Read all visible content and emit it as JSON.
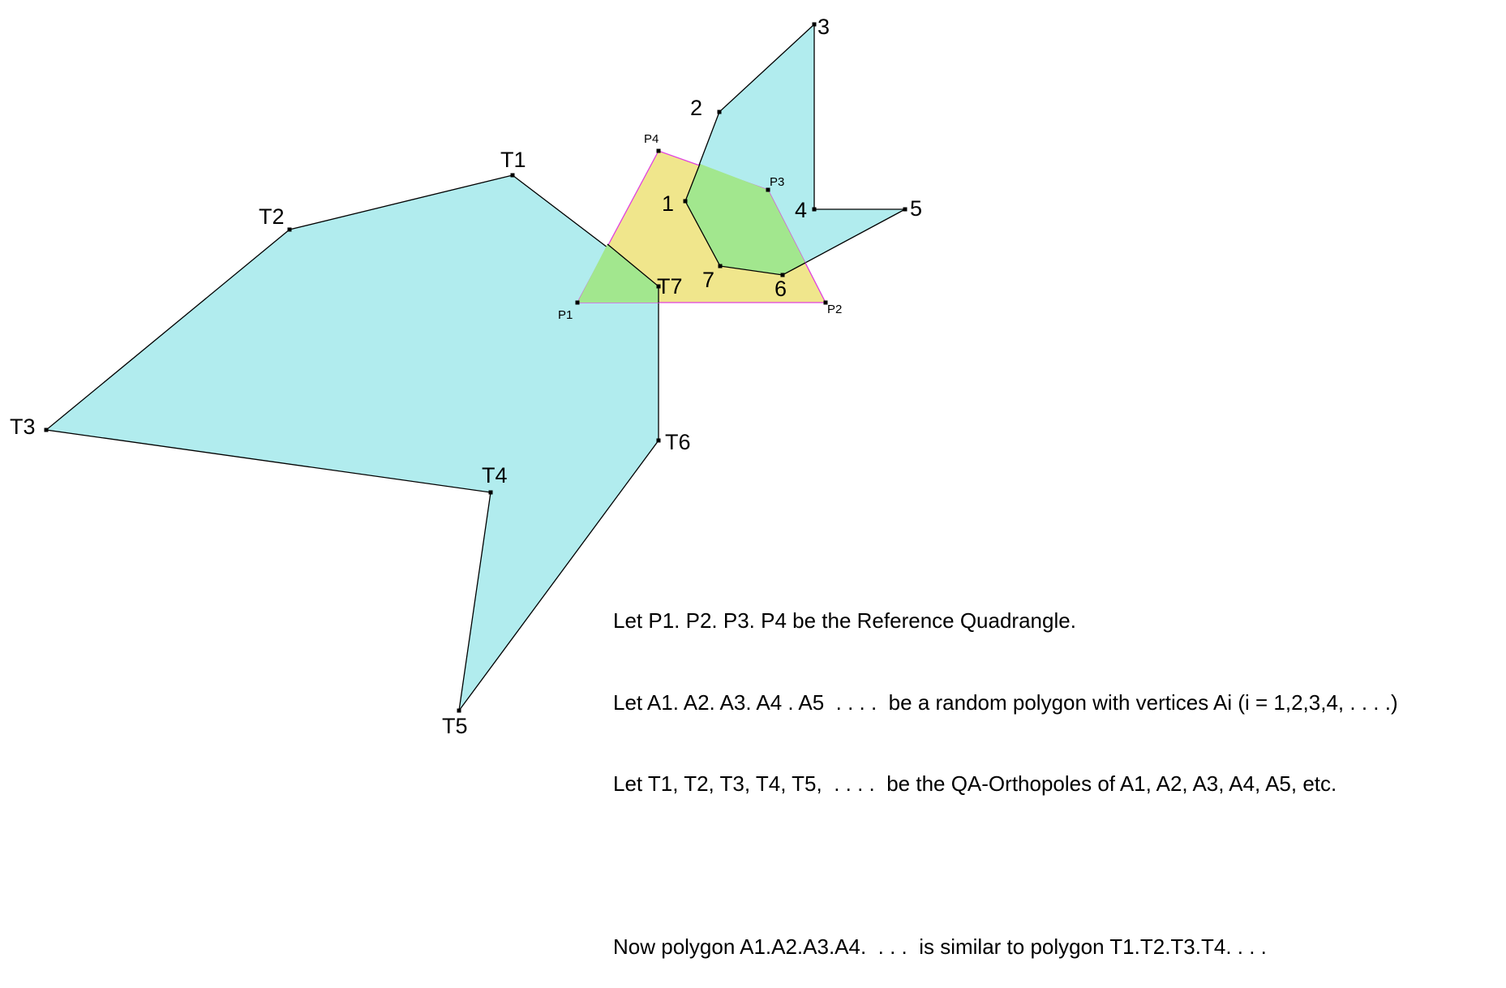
{
  "colors": {
    "cyan_fill": "#b1ecee",
    "yellow_fill": "#f0e68c",
    "green_fill": "#a2e78e",
    "polygon_stroke": "#000000",
    "quadrangle_stroke": "#e040e0",
    "vertex_marker": "#000000"
  },
  "polygon_a": {
    "labels": [
      "1",
      "2",
      "3",
      "4",
      "5",
      "6",
      "7"
    ]
  },
  "polygon_t": {
    "labels": [
      "T1",
      "T2",
      "T3",
      "T4",
      "T5",
      "T6",
      "T7"
    ]
  },
  "quadrangle": {
    "labels": [
      "P1",
      "P2",
      "P3",
      "P4"
    ]
  },
  "caption": {
    "line1": "Let P1. P2. P3. P4 be the Reference Quadrangle.",
    "line2": "Let A1. A2. A3. A4 . A5  . . . .  be a random polygon with vertices Ai (i = 1,2,3,4, . . . .)",
    "line3": "Let T1, T2, T3, T4, T5,  . . . .  be the QA-Orthopoles of A1, A2, A3, A4, A5, etc.",
    "line4": "",
    "line5": "Now polygon A1.A2.A3.A4.  . . .  is similar to polygon T1.T2.T3.T4. . . ."
  }
}
